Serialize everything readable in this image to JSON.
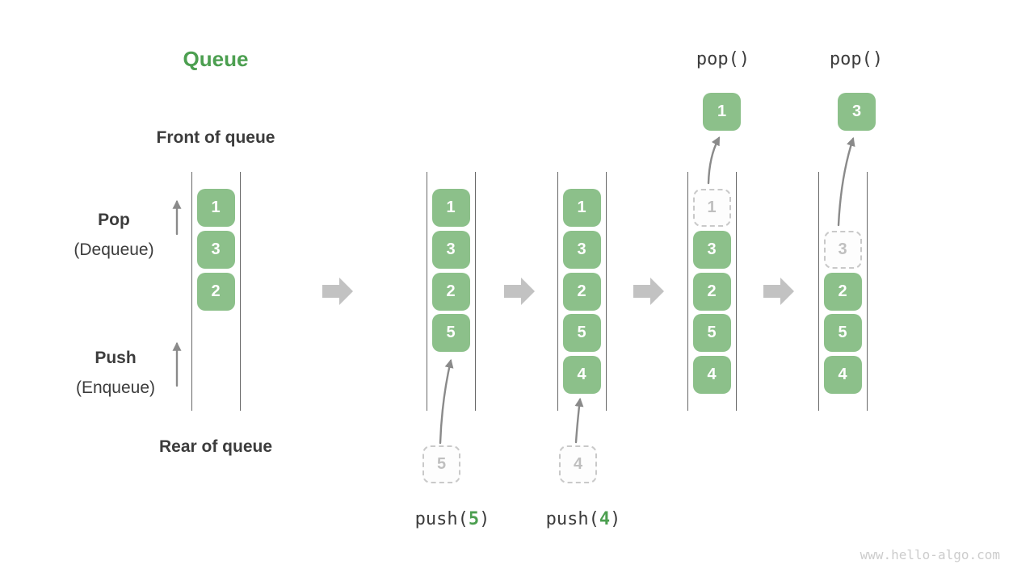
{
  "title": "Queue",
  "labels": {
    "front": "Front of queue",
    "rear": "Rear of queue",
    "pop": "Pop",
    "pop_sub": "(Dequeue)",
    "push": "Push",
    "push_sub": "(Enqueue)"
  },
  "queues": [
    {
      "cells": [
        "1",
        "3",
        "2"
      ]
    },
    {
      "cells": [
        "1",
        "3",
        "2",
        "5"
      ]
    },
    {
      "cells": [
        "1",
        "3",
        "2",
        "5",
        "4"
      ]
    },
    {
      "ghost": "1",
      "cells": [
        "3",
        "2",
        "5",
        "4"
      ]
    },
    {
      "ghost": "3",
      "cells": [
        "2",
        "5",
        "4"
      ]
    }
  ],
  "operations": {
    "push": [
      {
        "call": "push(",
        "arg": "5",
        "close": ")",
        "ghost_value": "5"
      },
      {
        "call": "push(",
        "arg": "4",
        "close": ")",
        "ghost_value": "4"
      }
    ],
    "pop": [
      {
        "label": "pop()",
        "popped_value": "1"
      },
      {
        "label": "pop()",
        "popped_value": "3"
      }
    ]
  },
  "watermark": "www.hello-algo.com",
  "colors": {
    "box-green": "#8cc08a",
    "title-green": "#4c9f50",
    "text-dark": "#3c3c3c",
    "ghost-border": "#c9c9c9",
    "ghost-text": "#bfbfbf",
    "ghost-bg": "#fdfdfd",
    "wall": "#686868",
    "block-arrow": "#c2c2c2",
    "thin-arrow": "#8a8a8a",
    "watermark": "#cccccc"
  }
}
